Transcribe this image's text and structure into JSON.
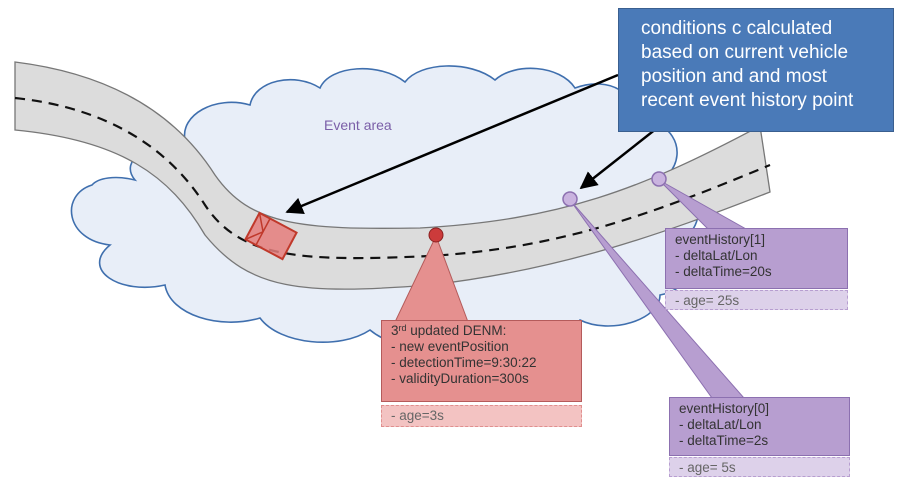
{
  "callout": {
    "lines": [
      "conditions c calculated",
      "based on current vehicle",
      "position and and most",
      "recent event  history point"
    ]
  },
  "event_area_label": "Event area",
  "denm": {
    "ordinal": "3",
    "ordinal_suffix": "rd",
    "title_rest": " updated DENM:",
    "lines": [
      "- new eventPosition",
      "- detectionTime=9:30:22",
      "- validityDuration=300s"
    ],
    "age": "- age=3s"
  },
  "event_history_1": {
    "title": "eventHistory[1]",
    "lines": [
      "- deltaLat/Lon",
      "- deltaTime=20s"
    ],
    "age": "- age= 25s"
  },
  "event_history_0": {
    "title": "eventHistory[0]",
    "lines": [
      "- deltaLat/Lon",
      "- deltaTime=2s"
    ],
    "age": "- age= 5s"
  },
  "colors": {
    "callout_fill": "#4a7ab8",
    "denm_fill": "#e5908f",
    "history_fill": "#b79ed0",
    "road_fill": "#dcdcdc",
    "cloud_fill": "#e8eef8",
    "cloud_stroke": "#3f6fae"
  }
}
